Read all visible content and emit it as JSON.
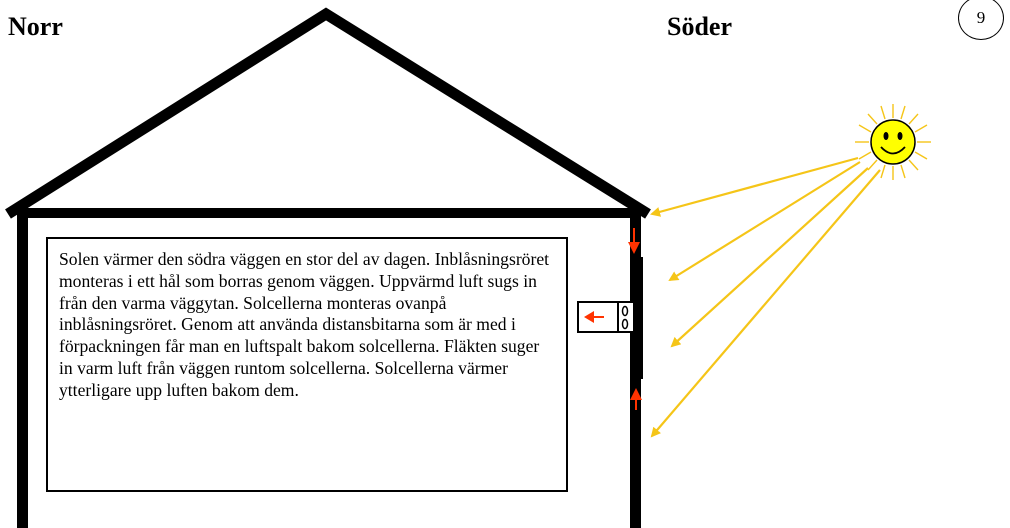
{
  "labels": {
    "north": "Norr",
    "south": "Söder",
    "page_number": "9"
  },
  "description": "Solen värmer den södra väggen en stor del av dagen. Inblåsningsröret monteras i ett hål som borras genom väggen. Uppvärmd luft sugs in från den varma väggytan. Solcellerna monteras ovanpå inblåsningsröret. Genom att använda distansbitarna som är med i förpackningen får man en luftspalt bakom solcellerna. Fläkten suger in varm luft från väggen runtom solcellerna. Solcellerna värmer ytterligare upp luften bakom dem.",
  "colors": {
    "structure": "#000000",
    "sun_rays": "#f5c518",
    "sun_face": "#ffff00",
    "airflow_arrows": "#ff3300"
  },
  "icons": [
    "sun-icon",
    "house-outline",
    "solar-panel",
    "inlet-pipe",
    "fan-icon"
  ]
}
